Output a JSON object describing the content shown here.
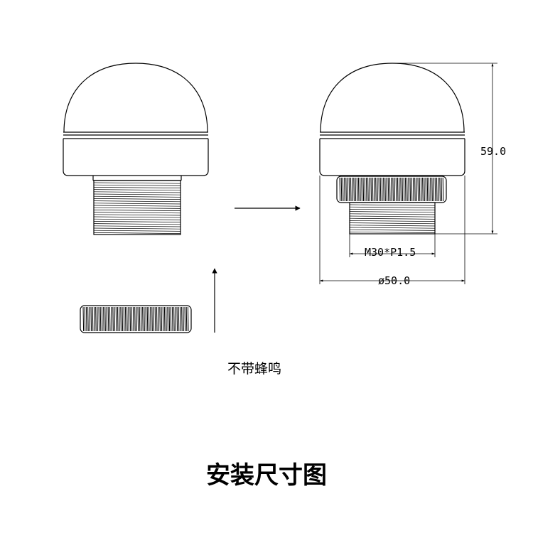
{
  "dimensions": {
    "height": "59.0",
    "thread": "M30*P1.5",
    "diameter": "ø50.0"
  },
  "caption": "不带蜂鸣",
  "title": "安装尺寸图"
}
